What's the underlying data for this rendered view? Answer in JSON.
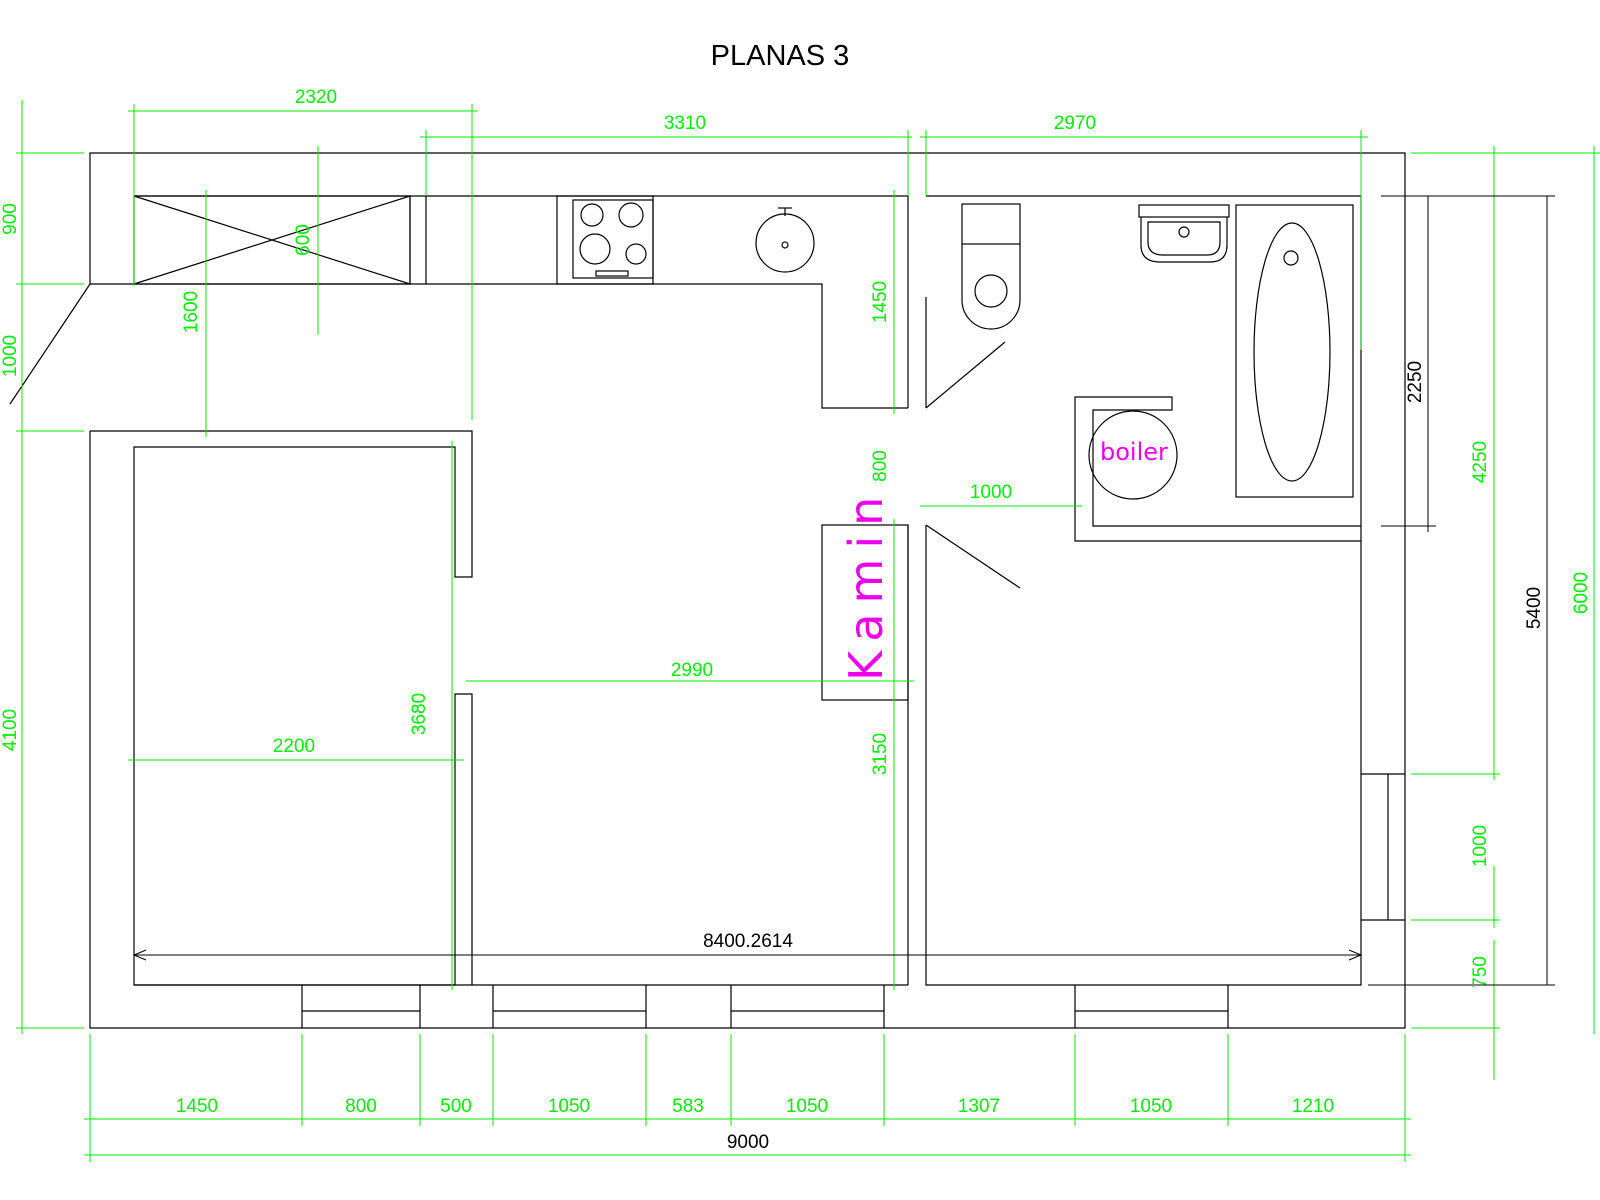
{
  "title": "PLANAS 3",
  "colors": {
    "walls": "#000000",
    "dimensions": "#00ee00",
    "labels": "#ee00ee",
    "background": "#ffffff"
  },
  "labels": {
    "boiler": "boiler",
    "kamin": "Kamin"
  },
  "dims": {
    "top_2320": "2320",
    "top_3310": "3310",
    "top_2970": "2970",
    "left_900": "900",
    "left_1000": "1000",
    "left_4100": "4100",
    "in_600": "600",
    "in_1600": "1600",
    "in_1450": "1450",
    "in_800": "800",
    "in_1000": "1000",
    "in_2250": "2250",
    "in_3680": "3680",
    "in_2990": "2990",
    "in_2200": "2200",
    "in_3150": "3150",
    "in_8400": "8400.2614",
    "right_4250": "4250",
    "right_5400": "5400",
    "right_6000": "6000",
    "right_1000": "1000",
    "right_750": "750",
    "bot_1450": "1450",
    "bot_800": "800",
    "bot_500": "500",
    "bot_1050a": "1050",
    "bot_583": "583",
    "bot_1050b": "1050",
    "bot_1307": "1307",
    "bot_1050c": "1050",
    "bot_1210": "1210",
    "bot_9000": "9000"
  }
}
